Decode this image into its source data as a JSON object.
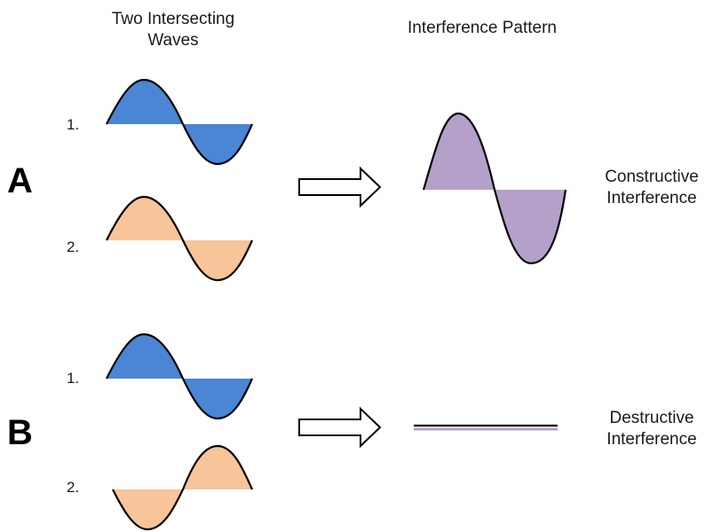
{
  "headers": {
    "waves_line1": "Two Intersecting",
    "waves_line2": "Waves",
    "pattern": "Interference Pattern"
  },
  "sections": [
    {
      "label": "A",
      "wave1_number": "1.",
      "wave2_number": "2.",
      "result_line1": "Constructive",
      "result_line2": "Interference"
    },
    {
      "label": "B",
      "wave1_number": "1.",
      "wave2_number": "2.",
      "result_line1": "Destructive",
      "result_line2": "Interference"
    }
  ],
  "colors": {
    "wave1": "#4a86d4",
    "wave2": "#f8c49a",
    "result": "#b4a0c8",
    "stroke": "#000000"
  },
  "icons": {
    "arrow": "right-arrow-outline"
  }
}
